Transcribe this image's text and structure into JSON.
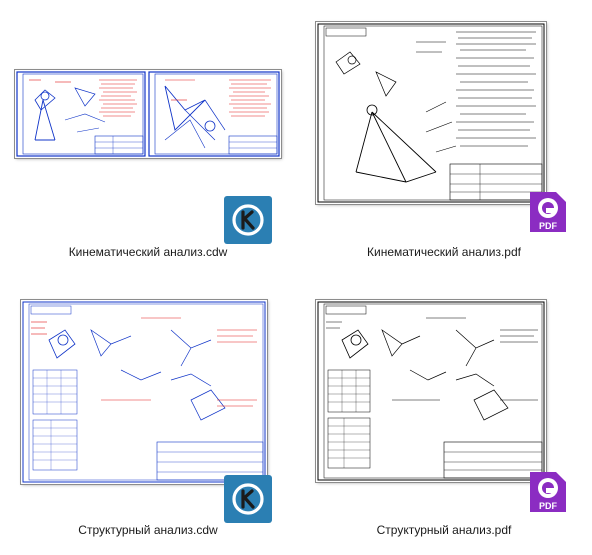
{
  "files": [
    {
      "name": "Кинематический анализ.cdw",
      "type": "cdw",
      "icon": "kompas-icon"
    },
    {
      "name": "Кинематический анализ.pdf",
      "type": "pdf",
      "icon": "pdf-icon",
      "badge_text": "PDF"
    },
    {
      "name": "Структурный анализ.cdw",
      "type": "cdw",
      "icon": "kompas-icon"
    },
    {
      "name": "Структурный анализ.pdf",
      "type": "pdf",
      "icon": "pdf-icon",
      "badge_text": "PDF"
    }
  ],
  "colors": {
    "cdw_line": "#1034c8",
    "cdw_accent": "#e21b1b",
    "pdf_line": "#000000",
    "kompas_badge": "#2b7fb3",
    "pdf_badge": "#8b2cc2"
  }
}
